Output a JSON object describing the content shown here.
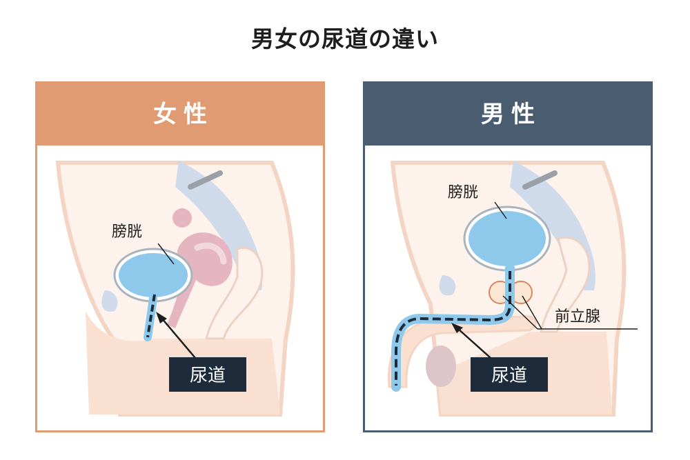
{
  "title": "男女の尿道の違い",
  "female": {
    "header": "女性",
    "bladder_label": "膀胱",
    "urethra_label": "尿道"
  },
  "male": {
    "header": "男性",
    "bladder_label": "膀胱",
    "prostate_label": "前立腺",
    "urethra_label": "尿道"
  },
  "colors": {
    "female_accent": "#e19b73",
    "male_accent": "#4a5c70",
    "bladder": "#8ec9eb",
    "urethra_line": "#1d2b3a",
    "skin": "#f9e0d0",
    "uterus": "#e5b6c2",
    "spine": "#cfdbea"
  }
}
